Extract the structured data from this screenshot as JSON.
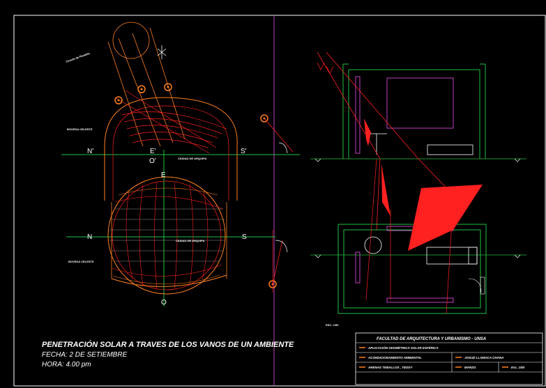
{
  "drawing": {
    "frame_color": "#ffffff",
    "colors": {
      "red": "#ff2020",
      "orange": "#ff8020",
      "green": "#20c040",
      "magenta": "#c040c0",
      "grid": "#8f8f8f",
      "lightred": "#ff6060"
    },
    "labels": {
      "n_prime": "N'",
      "e_prime": "E'",
      "s_prime": "S'",
      "o_prime": "O'",
      "e": "E",
      "n": "N",
      "s": "S",
      "o": "O",
      "boveda_celeste_top": "BOVEDA CELESTE",
      "boveda_celeste_bottom": "BOVEDA CELESTE",
      "ciudad_top": "CIUDAD DE ARQUIPA",
      "ciudad_bottom": "CIUDAD DE ARQUIPA",
      "circulo_paralelo": "Círculo de Paralelo",
      "escala": "ESC: 1/50"
    },
    "title": {
      "main": "PENETRACIÓN SOLAR A TRAVES DE LOS VANOS DE UN AMBIENTE",
      "fecha": "FECHA:  2 DE SETIEMBRE",
      "hora": "HORA:  4.00 pm"
    },
    "title_block": {
      "faculty": "FACULTAD  DE  ARQUITECTURA Y URBANISMO  -  UNSA",
      "row1": "APLICACIÓN GEOMÉTRICA SOLAR ESFÉRICA",
      "row2_left": "ACONDICIONAMIENTO AMBIENTAL",
      "row2_right": "JOSUÉ LLAMOCA CHANA",
      "row3_left": "ARENAS TEBALLOS , TEDDY",
      "row3_mid": "MARZO",
      "row3_right": "Esc. 1/50"
    }
  }
}
